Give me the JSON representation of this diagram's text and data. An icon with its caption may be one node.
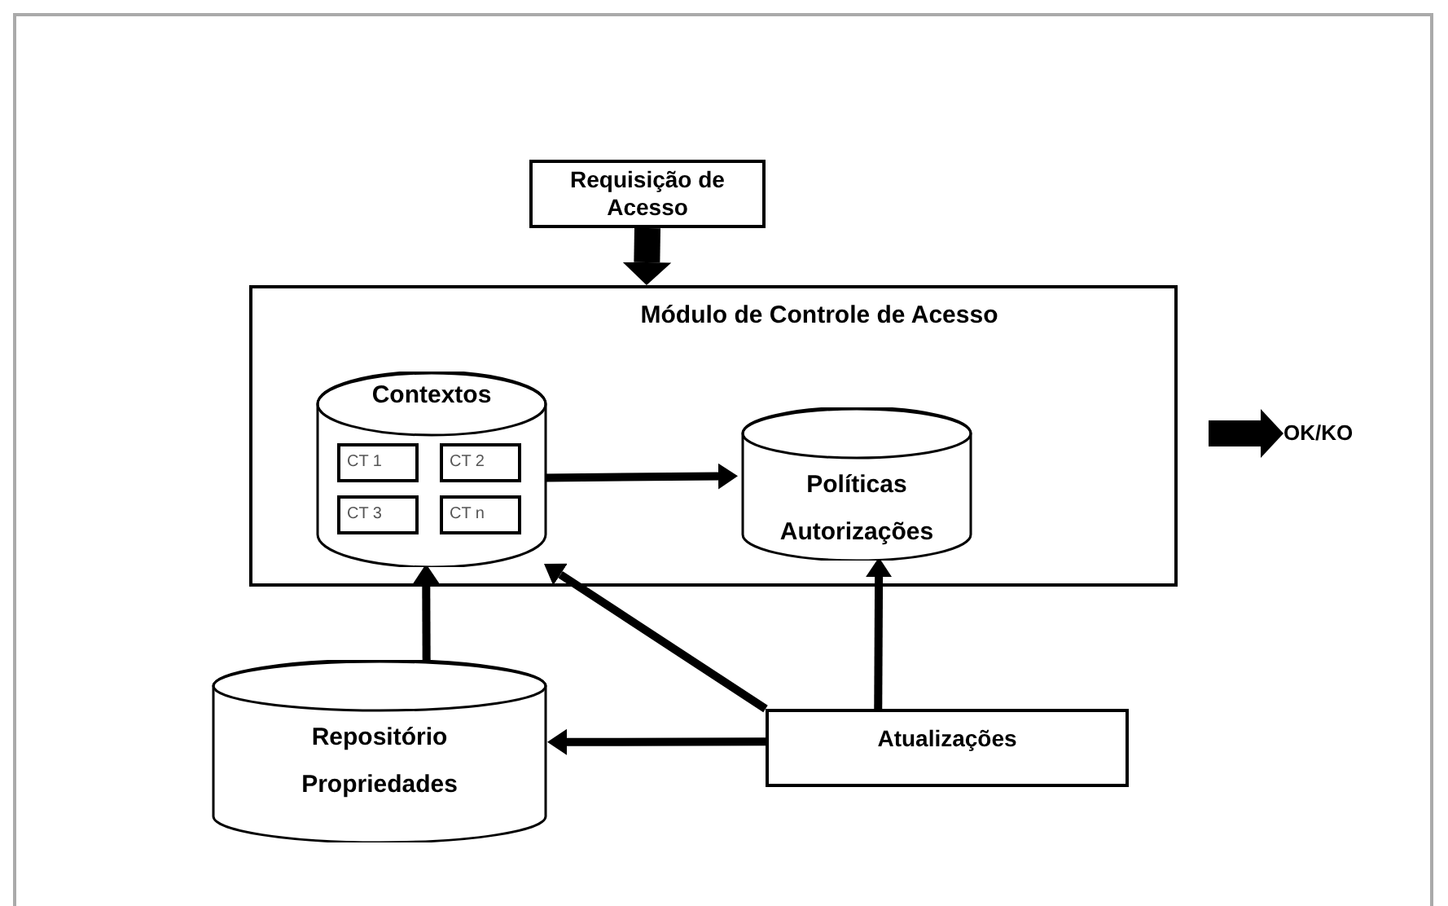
{
  "diagram": {
    "nodes": [
      {
        "text": [
          "Requisição de Acesso"
        ]
      },
      {
        "text": [
          "Módulo de Controle de Acesso"
        ]
      },
      {
        "text": [
          "Contextos"
        ],
        "in": 1
      },
      {
        "text": [
          "CT 1"
        ],
        "in": 2
      },
      {
        "text": [
          "CT 2"
        ],
        "in": 2
      },
      {
        "text": [
          "CT 3"
        ],
        "in": 2
      },
      {
        "text": [
          "CT n"
        ],
        "in": 2
      },
      {
        "text": [
          "Políticas Autorizações"
        ],
        "in": 1
      },
      {
        "text": [
          "OK/KO"
        ]
      },
      {
        "text": [
          "Repositório Propriedades"
        ]
      },
      {
        "text": [
          "Atualizações"
        ]
      }
    ],
    "edges": [
      {
        "from": 0,
        "to": 1,
        "arrow": "to",
        "style": "thick"
      },
      {
        "from": 2,
        "to": 7,
        "arrow": "to"
      },
      {
        "from": 9,
        "to": 2,
        "arrow": "to"
      },
      {
        "from": 10,
        "to": 2,
        "arrow": "to"
      },
      {
        "from": 10,
        "to": 7,
        "arrow": "to"
      },
      {
        "from": 10,
        "to": 9,
        "arrow": "to"
      },
      {
        "from": null,
        "to": 8,
        "arrow": "to",
        "style": "thick"
      }
    ]
  }
}
